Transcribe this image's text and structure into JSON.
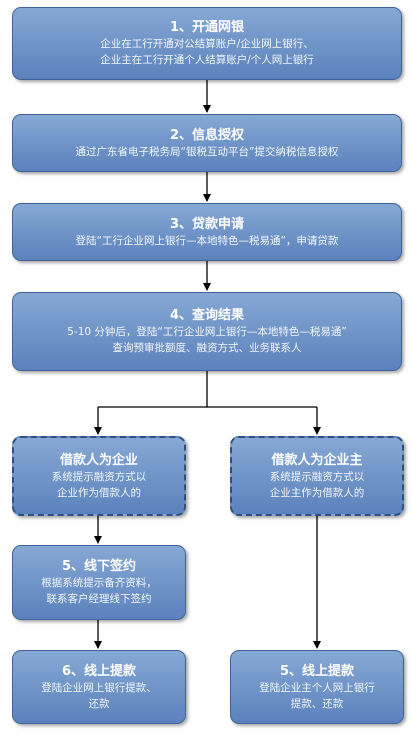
{
  "steps": {
    "s1": {
      "title": "1、开通网银",
      "lines": [
        "企业在工行开通对公结算账户/企业网上银行、",
        "企业主在工行开通个人结算账户/个人网上银行"
      ]
    },
    "s2": {
      "title": "2、信息授权",
      "lines": [
        "通过广东省电子税务局“银税互动平台”提交纳税信息授权"
      ]
    },
    "s3": {
      "title": "3、贷款申请",
      "lines": [
        "登陆“工行企业网上银行—本地特色—税易通”，申请贷款"
      ]
    },
    "s4": {
      "title": "4、查询结果",
      "lines": [
        "5-10 分钟后，登陆“工行企业网上银行—本地特色—税易通”",
        "查询预审批额度、融资方式、业务联系人"
      ]
    },
    "left_branch": {
      "title": "借款人为企业",
      "lines": [
        "系统提示融资方式以",
        "企业作为借款人的"
      ]
    },
    "right_branch": {
      "title": "借款人为企业主",
      "lines": [
        "系统提示融资方式以",
        "企业主作为借款人的"
      ]
    },
    "left5": {
      "title": "5、线下签约",
      "lines": [
        "根据系统提示备齐资料，",
        "联系客户经理线下签约"
      ]
    },
    "left6": {
      "title": "6、线上提款",
      "lines": [
        "登陆企业网上银行提款、",
        "还款"
      ]
    },
    "right5": {
      "title": "5、线上提款",
      "lines": [
        "登陆企业主个人网上银行",
        "提款、还款"
      ]
    }
  },
  "colors": {
    "box_fill_top": "#86a8d4",
    "box_fill_bottom": "#5b82bd",
    "box_border": "#3f6399",
    "connector": "#000000"
  }
}
